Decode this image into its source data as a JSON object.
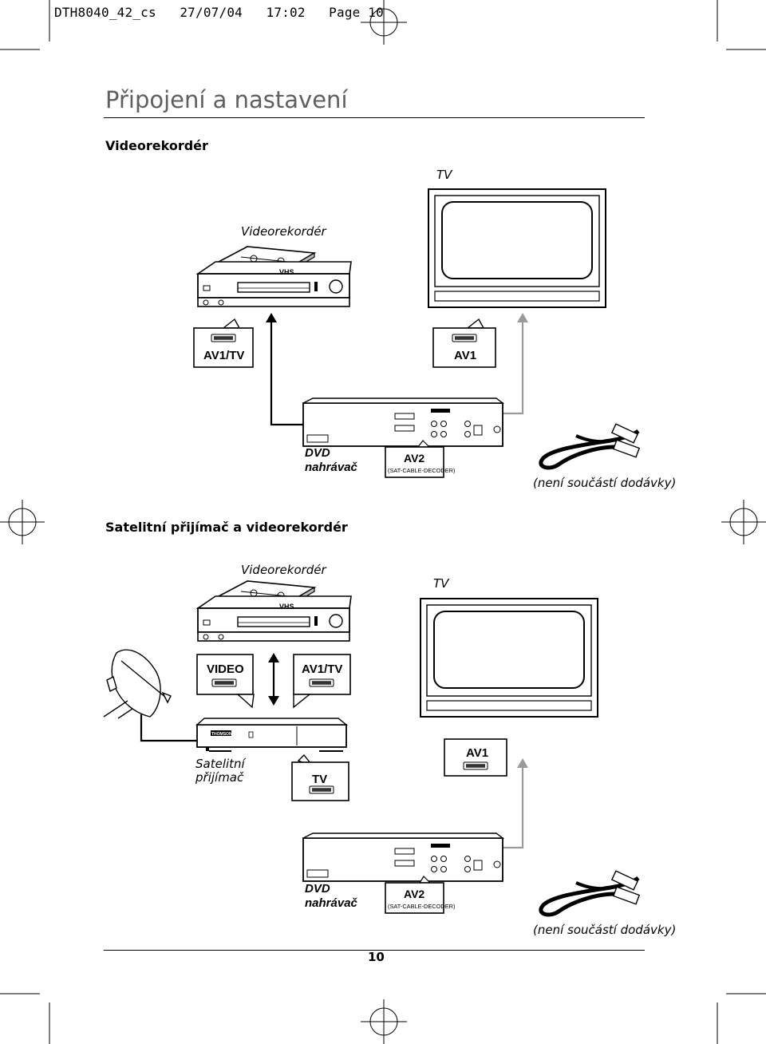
{
  "print_header": {
    "text": "DTH8040_42_cs   27/07/04   17:02   Page 10"
  },
  "page": {
    "title": "Připojení a nastavení",
    "number": "10"
  },
  "section1": {
    "heading": "Videorekordér",
    "tv_label": "TV",
    "vcr_label": "Videorekordér",
    "vhs_logo": "VHS",
    "vcr_socket": "AV1/TV",
    "tv_socket": "AV1",
    "dvd_label_1": "DVD",
    "dvd_label_2": "nahrávač",
    "dvd_socket": "AV2",
    "dvd_socket_sub": "(SAT-CABLE-DECODER)",
    "cable_note": "(není součástí dodávky)"
  },
  "section2": {
    "heading": "Satelitní přijímač a videorekordér",
    "vcr_label": "Videorekordér",
    "tv_label": "TV",
    "vhs_logo": "VHS",
    "vcr_socket_video": "VIDEO",
    "vcr_socket_av1tv": "AV1/TV",
    "sat_label_1": "Satelitní",
    "sat_label_2": "přijímač",
    "sat_socket": "TV",
    "tv_socket": "AV1",
    "sat_brand": "THOMSON",
    "dvd_label_1": "DVD",
    "dvd_label_2": "nahrávač",
    "dvd_socket": "AV2",
    "dvd_socket_sub": "(SAT-CABLE-DECODER)",
    "cable_note": "(není součástí dodávky)"
  },
  "colors": {
    "title_gray": "#5f5f5f",
    "cable_gray": "#9a9a9a",
    "socket_gray": "#888888"
  },
  "icons": [
    "registration-crosshair-icon",
    "scart-connector-icon",
    "scart-cable-icon",
    "satellite-dish-icon",
    "arrow-up-icon",
    "double-arrow-icon"
  ]
}
